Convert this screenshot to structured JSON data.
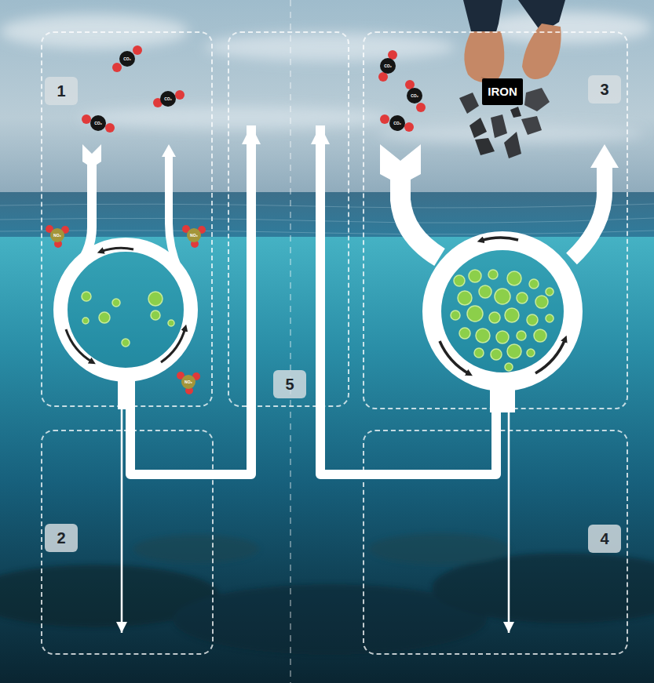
{
  "diagram": {
    "nodes": [
      {
        "text": [
          "1"
        ]
      },
      {
        "text": [
          "2"
        ]
      },
      {
        "text": [
          "3"
        ]
      },
      {
        "text": [
          "4"
        ]
      },
      {
        "text": [
          "5"
        ]
      }
    ],
    "edges": [
      {
        "from": 0,
        "to": 1,
        "arrow": "to"
      },
      {
        "from": 0,
        "to": 4,
        "arrow": "to"
      },
      {
        "from": 2,
        "to": 3,
        "arrow": "to"
      },
      {
        "from": 2,
        "to": 4,
        "arrow": "to"
      }
    ],
    "labels": [
      "CO₂",
      "CO₂",
      "CO₂",
      "NO₃",
      "NO₃",
      "NO₃",
      "CO₂",
      "CO₂",
      "CO₂",
      "IRON"
    ]
  }
}
